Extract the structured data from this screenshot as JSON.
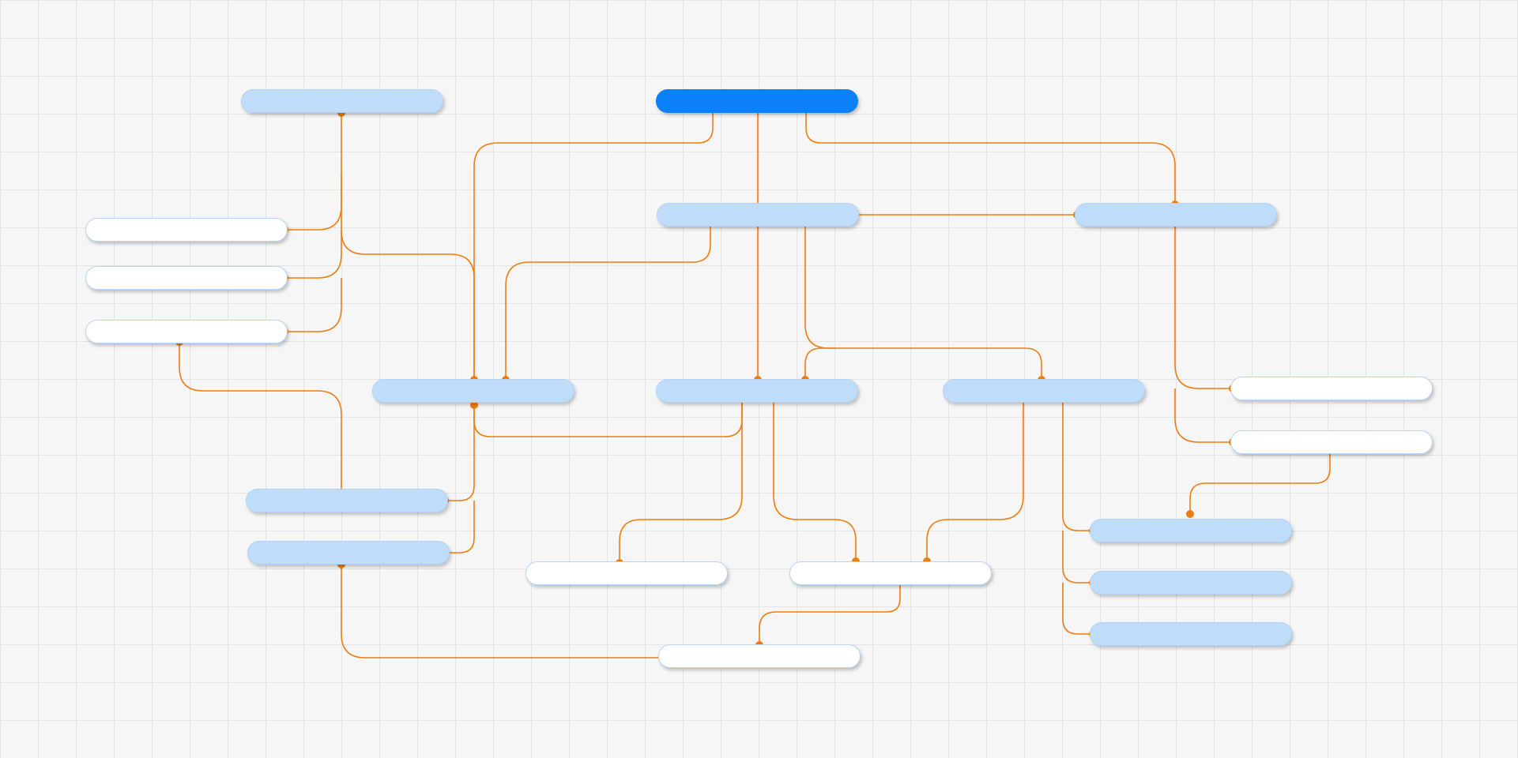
{
  "colors": {
    "root_fill": "#0a80fb",
    "node_fill": "#bfdcfb",
    "leaf_fill": "#ffffff",
    "leaf_border": "#b9d6f3",
    "edge": "#ee7d0f",
    "grid": "#e4e4e4",
    "background": "#f6f6f6"
  },
  "nodes": [
    {
      "id": "root",
      "style": "root",
      "label": ""
    },
    {
      "id": "a",
      "style": "blue",
      "label": ""
    },
    {
      "id": "b",
      "style": "white",
      "label": ""
    },
    {
      "id": "c",
      "style": "white",
      "label": ""
    },
    {
      "id": "d",
      "style": "white",
      "label": ""
    },
    {
      "id": "e",
      "style": "blue",
      "label": ""
    },
    {
      "id": "f",
      "style": "blue",
      "label": ""
    },
    {
      "id": "g",
      "style": "blue",
      "label": ""
    },
    {
      "id": "h",
      "style": "blue",
      "label": ""
    },
    {
      "id": "i",
      "style": "blue",
      "label": ""
    },
    {
      "id": "j",
      "style": "blue",
      "label": ""
    },
    {
      "id": "k",
      "style": "blue",
      "label": ""
    },
    {
      "id": "l",
      "style": "white",
      "label": ""
    },
    {
      "id": "m",
      "style": "white",
      "label": ""
    },
    {
      "id": "n",
      "style": "white",
      "label": ""
    },
    {
      "id": "o",
      "style": "white",
      "label": ""
    },
    {
      "id": "p",
      "style": "white",
      "label": ""
    },
    {
      "id": "q",
      "style": "blue",
      "label": ""
    },
    {
      "id": "r",
      "style": "blue",
      "label": ""
    },
    {
      "id": "s",
      "style": "blue",
      "label": ""
    }
  ],
  "edges": [
    {
      "from": "root",
      "to": "h"
    },
    {
      "from": "root",
      "to": "e"
    },
    {
      "from": "root",
      "to": "k"
    },
    {
      "from": "h",
      "to": "k"
    },
    {
      "from": "h",
      "to": "e"
    },
    {
      "from": "h",
      "to": "i"
    },
    {
      "from": "h",
      "to": "j"
    },
    {
      "from": "a",
      "to": "b"
    },
    {
      "from": "a",
      "to": "c"
    },
    {
      "from": "a",
      "to": "d"
    },
    {
      "from": "a",
      "to": "e"
    },
    {
      "from": "d",
      "to": "f"
    },
    {
      "from": "e",
      "to": "i"
    },
    {
      "from": "e",
      "to": "f"
    },
    {
      "from": "e",
      "to": "g"
    },
    {
      "from": "i",
      "to": "m"
    },
    {
      "from": "i",
      "to": "n"
    },
    {
      "from": "j",
      "to": "n"
    },
    {
      "from": "j",
      "to": "q"
    },
    {
      "from": "j",
      "to": "r"
    },
    {
      "from": "j",
      "to": "s"
    },
    {
      "from": "k",
      "to": "l"
    },
    {
      "from": "k",
      "to": "o"
    },
    {
      "from": "o",
      "to": "q"
    },
    {
      "from": "n",
      "to": "p"
    },
    {
      "from": "g",
      "to": "p"
    }
  ]
}
